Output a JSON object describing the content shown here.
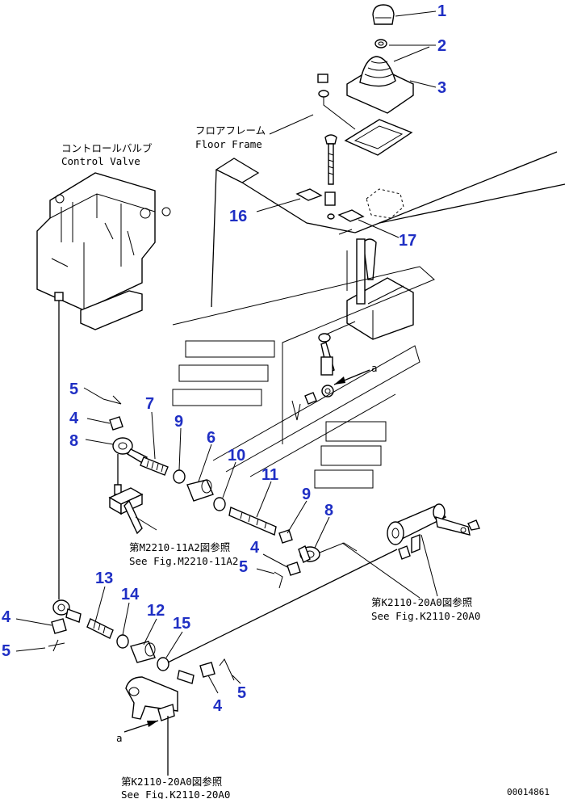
{
  "labels": {
    "control_valve_ja": "コントロールバルブ",
    "control_valve_en": "Control Valve",
    "floor_frame_ja": "フロアフレーム",
    "floor_frame_en": "Floor Frame",
    "ref_m2210_ja": "第M2210-11A2図参照",
    "ref_m2210_en": "See Fig.M2210-11A2",
    "ref_k2110_right_ja": "第K2110-20A0図参照",
    "ref_k2110_right_en": "See Fig.K2110-20A0",
    "ref_k2110_bottom_ja": "第K2110-20A0図参照",
    "ref_k2110_bottom_en": "See Fig.K2110-20A0",
    "view_a_top": "a",
    "view_a_bottom": "a",
    "drawing_code": "00014861"
  },
  "part_numbers": {
    "p1": "1",
    "p2": "2",
    "p3": "3",
    "p16": "16",
    "p17": "17",
    "p5a": "5",
    "p4a": "4",
    "p7": "7",
    "p8a": "8",
    "p9a": "9",
    "p6": "6",
    "p10": "10",
    "p11": "11",
    "p9b": "9",
    "p8b": "8",
    "p4b": "4",
    "p5b": "5",
    "p13": "13",
    "p14": "14",
    "p12": "12",
    "p15": "15",
    "p4c": "4",
    "p5c": "5",
    "p4d": "4",
    "p5d": "5"
  },
  "colors": {
    "callout": "#1f2fc4",
    "line": "#000000"
  }
}
